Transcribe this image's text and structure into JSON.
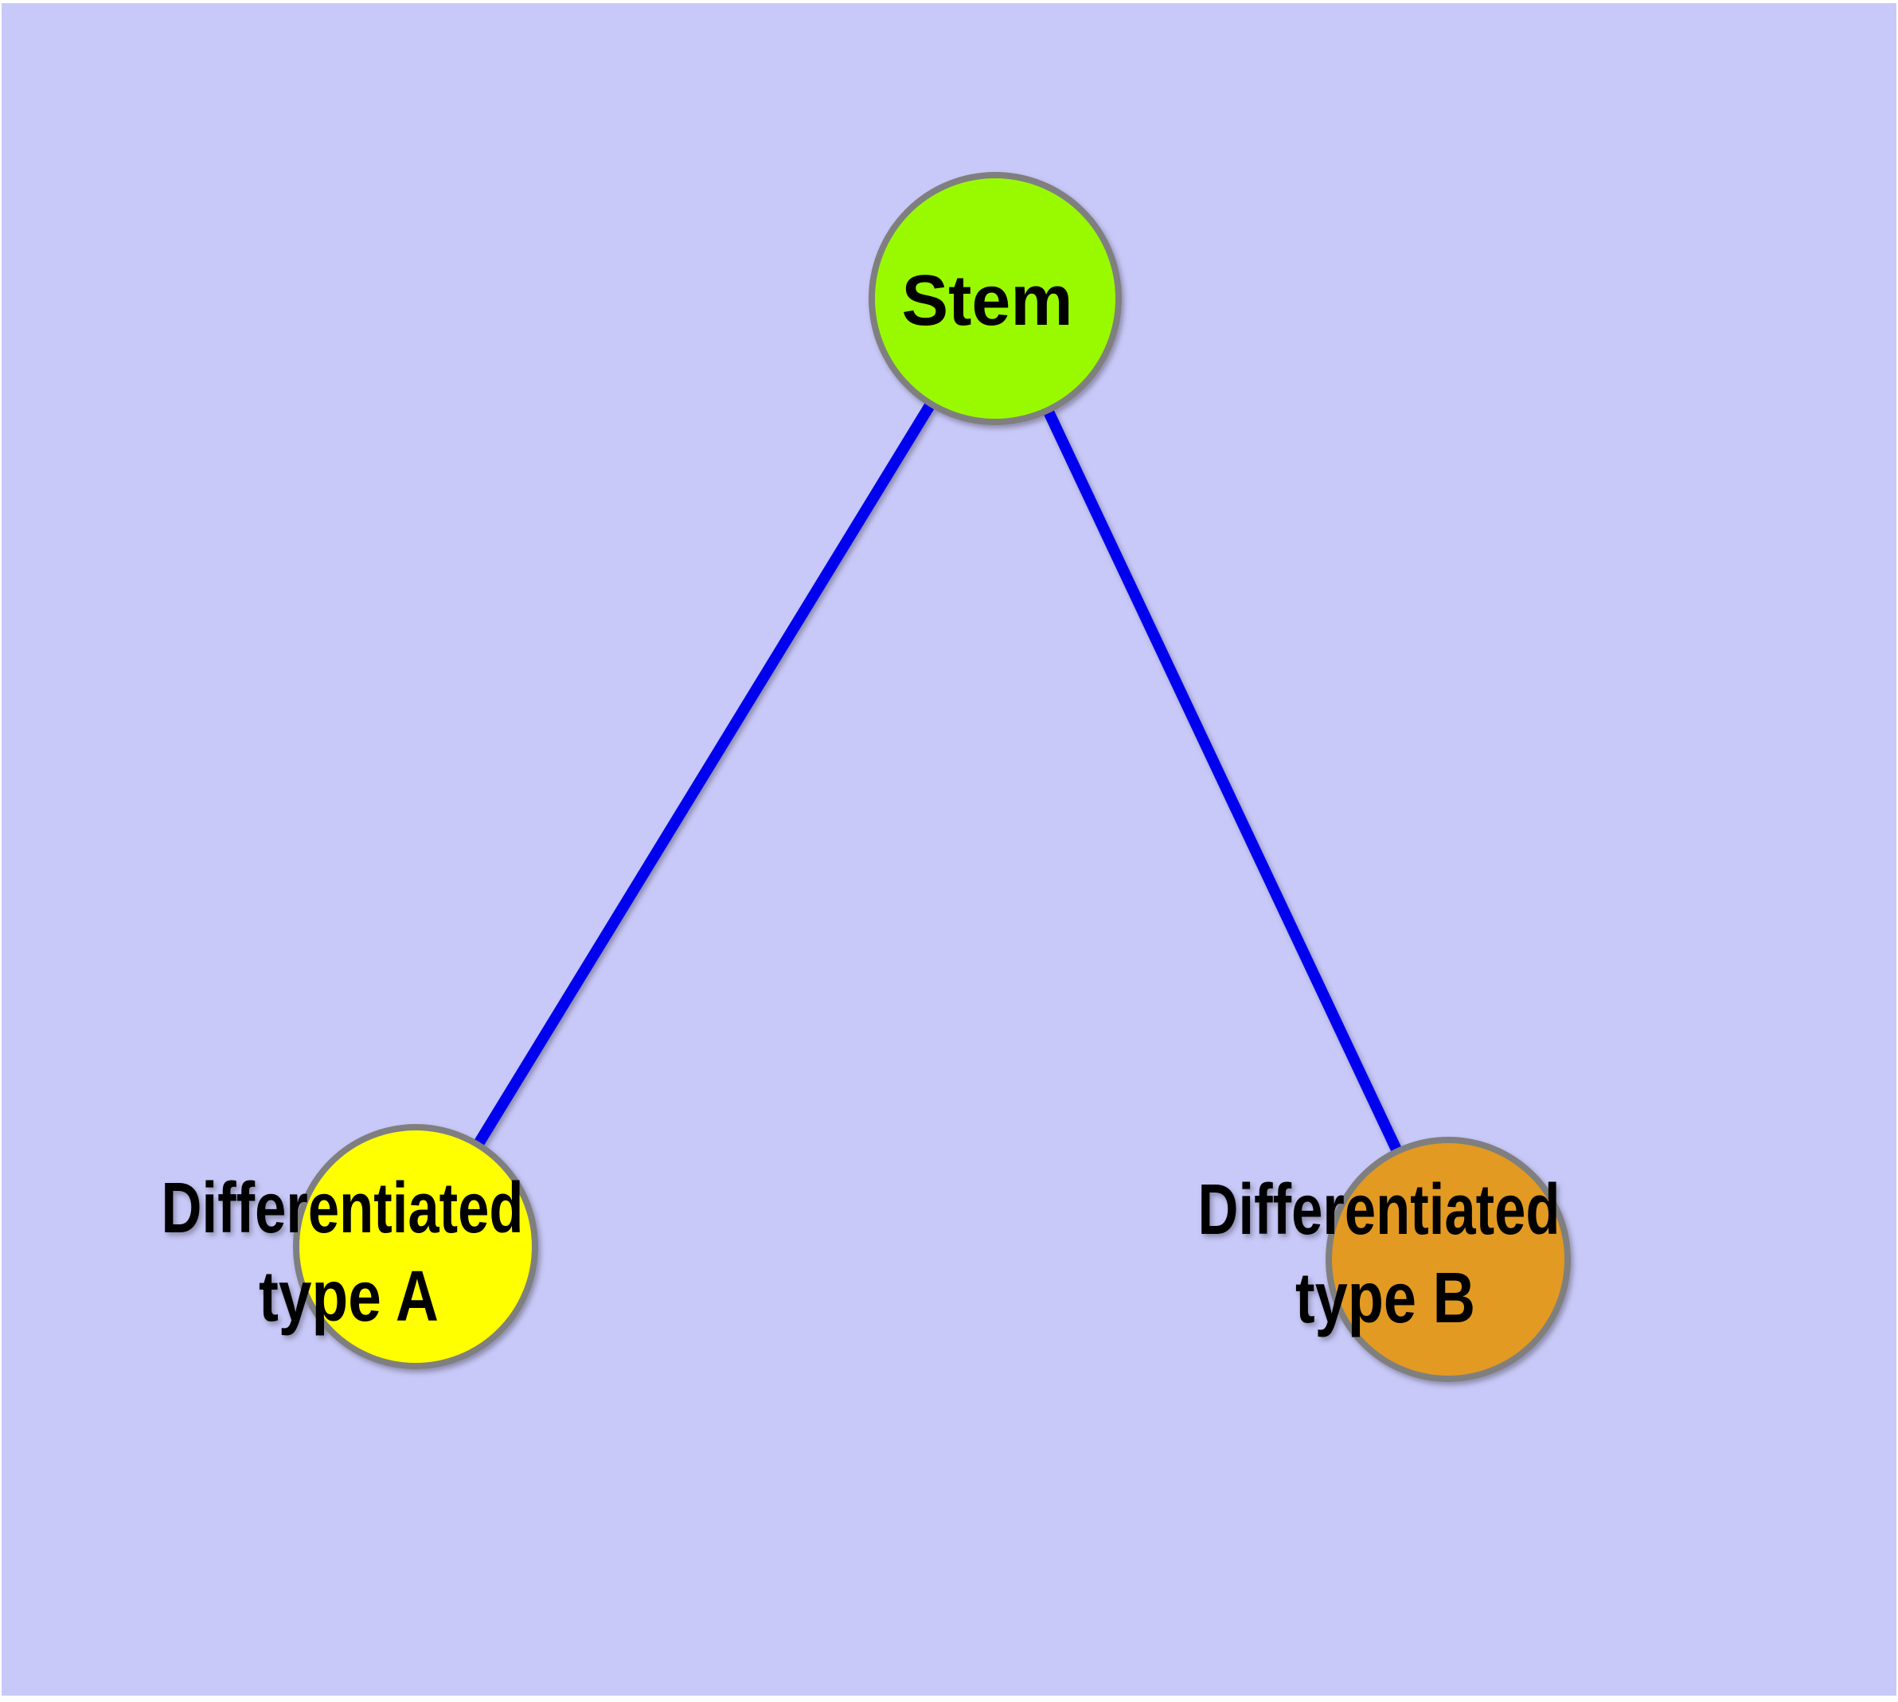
{
  "diagram": {
    "title_semantic": "stem-cell-differentiation-graph",
    "background_color": "#C9C9F9",
    "page_margin_color": "#FFFFFF",
    "edge_color": "#0000EE",
    "node_border_color": "#7F7F7F",
    "label_color": "#000000",
    "nodes": {
      "stem": {
        "label": "Stem",
        "fill": "#99FA00"
      },
      "type_a": {
        "label_line1": "Differentiated",
        "label_line2": "type A",
        "fill": "#FFFF00"
      },
      "type_b": {
        "label_line1": "Differentiated",
        "label_line2": "type B",
        "fill": "#E39A20"
      }
    },
    "edges": [
      {
        "from": "Stem",
        "to": "Differentiated type A"
      },
      {
        "from": "Stem",
        "to": "Differentiated type B"
      }
    ]
  }
}
